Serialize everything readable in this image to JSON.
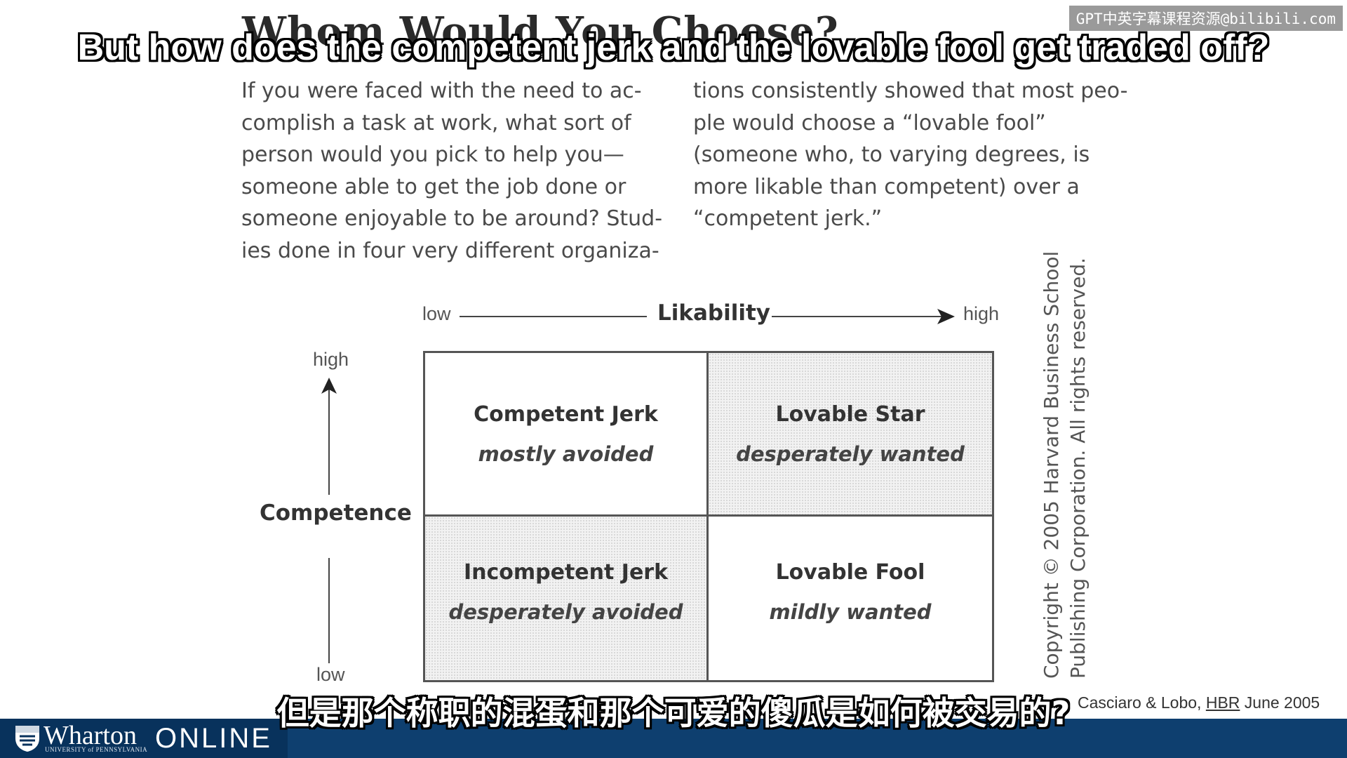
{
  "slide": {
    "title": "Whom Would You Choose?",
    "subtitle_en": "But how does the competent jerk and the lovable fool get traded off?",
    "subtitle_zh": "但是那个称职的混蛋和那个可爱的傻瓜是如何被交易的?",
    "watermark": "GPT中英字幕课程资源@bilibili.com"
  },
  "intro": {
    "left_lines": [
      "If you were faced with the need to ac-",
      "complish a task at work, what sort of",
      "person would you pick to help you—",
      "someone able to get the job done or",
      "someone enjoyable to be around? Stud-",
      "ies done in four very different organiza-"
    ],
    "right_lines": [
      "tions consistently showed that most peo-",
      "ple would choose a “lovable fool”",
      "(someone who, to varying degrees, is",
      "more likable than competent) over a",
      "“competent jerk.”"
    ]
  },
  "matrix": {
    "x_axis": {
      "label": "Likability",
      "low": "low",
      "high": "high"
    },
    "y_axis": {
      "label": "Competence",
      "low": "low",
      "high": "high"
    },
    "cells": {
      "top_left": {
        "name": "Competent Jerk",
        "desc": "mostly avoided"
      },
      "top_right": {
        "name": "Lovable Star",
        "desc": "desperately wanted"
      },
      "bottom_left": {
        "name": "Incompetent Jerk",
        "desc": "desperately avoided"
      },
      "bottom_right": {
        "name": "Lovable Fool",
        "desc": "mildly wanted"
      }
    },
    "copyright_lines": [
      "Copyright © 2005 Harvard Business School",
      "Publishing Corporation. All rights reserved."
    ]
  },
  "citation": {
    "authors": "Casciaro & Lobo,",
    "journal": "HBR",
    "date": "June 2005"
  },
  "footer": {
    "brand": "Wharton",
    "brand_sub": "UNIVERSITY of PENNSYLVANIA",
    "online": "ONLINE"
  }
}
